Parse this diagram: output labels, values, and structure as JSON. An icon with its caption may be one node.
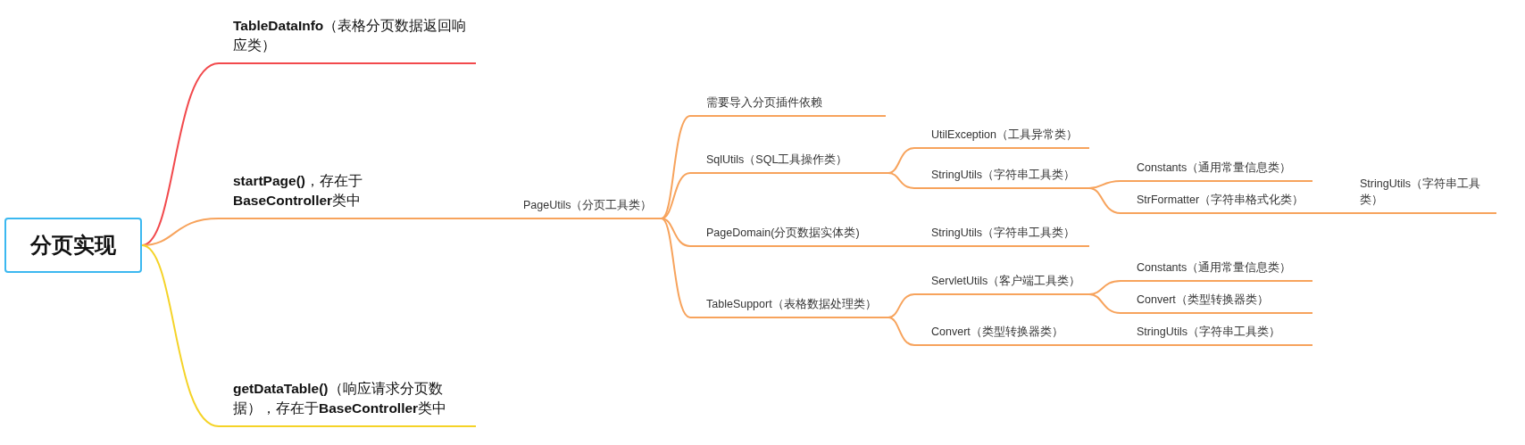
{
  "diagram": {
    "nodes": [
      {
        "text": [
          "分页实现"
        ]
      },
      {
        "text": [
          "**TableDataInfo**（表格分页数据返回响应类）"
        ]
      },
      {
        "text": [
          "**startPage()**，存在于**BaseController**类中"
        ]
      },
      {
        "text": [
          "**getDataTable()**（响应请求分页数据），存在于**BaseController**类中"
        ]
      },
      {
        "text": [
          "PageUtils（分页工具类）"
        ]
      },
      {
        "text": [
          "需要导入分页插件依赖"
        ]
      },
      {
        "text": [
          "SqlUtils（SQL工具操作类）"
        ]
      },
      {
        "text": [
          "PageDomain(分页数据实体类)"
        ]
      },
      {
        "text": [
          "TableSupport（表格数据处理类）"
        ]
      },
      {
        "text": [
          "UtilException（工具异常类）"
        ]
      },
      {
        "text": [
          "StringUtils（字符串工具类）"
        ]
      },
      {
        "text": [
          "Constants（通用常量信息类）"
        ]
      },
      {
        "text": [
          "StrFormatter（字符串格式化类）"
        ]
      },
      {
        "text": [
          "StringUtils（字符串工具类）"
        ]
      },
      {
        "text": [
          "StringUtils（字符串工具类）"
        ]
      },
      {
        "text": [
          "ServletUtils（客户端工具类）"
        ]
      },
      {
        "text": [
          "Constants（通用常量信息类）"
        ]
      },
      {
        "text": [
          "Convert（类型转换器类）"
        ]
      },
      {
        "text": [
          "Convert（类型转换器类）"
        ]
      },
      {
        "text": [
          "StringUtils（字符串工具类）"
        ]
      }
    ],
    "edges": [
      {
        "from": 0,
        "to": 1,
        "arrow": "none",
        "color": "#f2494c"
      },
      {
        "from": 0,
        "to": 2,
        "arrow": "none"
      },
      {
        "from": 0,
        "to": 3,
        "arrow": "none",
        "color": "#f5d327"
      },
      {
        "from": 2,
        "to": 4,
        "arrow": "none"
      },
      {
        "from": 4,
        "to": 5,
        "arrow": "none"
      },
      {
        "from": 4,
        "to": 6,
        "arrow": "none"
      },
      {
        "from": 4,
        "to": 7,
        "arrow": "none"
      },
      {
        "from": 4,
        "to": 8,
        "arrow": "none"
      },
      {
        "from": 6,
        "to": 9,
        "arrow": "none"
      },
      {
        "from": 6,
        "to": 10,
        "arrow": "none"
      },
      {
        "from": 10,
        "to": 11,
        "arrow": "none"
      },
      {
        "from": 10,
        "to": 12,
        "arrow": "none"
      },
      {
        "from": 12,
        "to": 13,
        "arrow": "none"
      },
      {
        "from": 7,
        "to": 14,
        "arrow": "none"
      },
      {
        "from": 8,
        "to": 15,
        "arrow": "none"
      },
      {
        "from": 8,
        "to": 18,
        "arrow": "none"
      },
      {
        "from": 15,
        "to": 16,
        "arrow": "none"
      },
      {
        "from": 15,
        "to": 17,
        "arrow": "none"
      },
      {
        "from": 18,
        "to": 19,
        "arrow": "none"
      }
    ]
  }
}
